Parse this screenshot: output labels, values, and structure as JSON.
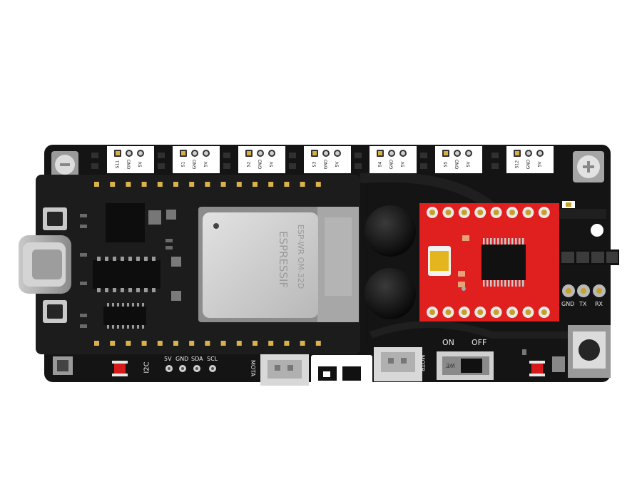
{
  "servo_headers": [
    {
      "label": "S11",
      "pins": [
        "S11",
        "GND",
        "5V"
      ]
    },
    {
      "label": "S1",
      "pins": [
        "S1",
        "GND",
        "5V"
      ]
    },
    {
      "label": "S2",
      "pins": [
        "S2",
        "GND",
        "5V"
      ]
    },
    {
      "label": "S3",
      "pins": [
        "S3",
        "GND",
        "5V"
      ]
    },
    {
      "label": "S4",
      "pins": [
        "S4",
        "GND",
        "5V"
      ]
    },
    {
      "label": "S5",
      "pins": [
        "S5",
        "GND",
        "5V"
      ]
    },
    {
      "label": "S12",
      "pins": [
        "S12",
        "GND",
        "5V"
      ]
    }
  ],
  "esp_module": {
    "brand": "ESPRESSIF",
    "model_line": "ESP-WR  OM-32D"
  },
  "i2c": {
    "label": "I2C",
    "pins": [
      "5V",
      "GND",
      "SDA",
      "SCL"
    ]
  },
  "motor": {
    "left_label": "MOTA",
    "right_label": "MOTB"
  },
  "switch": {
    "on_label": "ON",
    "off_label": "OFF",
    "mark": "WE"
  },
  "uart": {
    "pins": [
      "GND",
      "TX",
      "RX"
    ]
  },
  "colors": {
    "board": "#141414",
    "driver_pcb": "#e01f1f",
    "silkscreen": "#e8e8e8",
    "module_pcb": "#1c1c1c"
  }
}
